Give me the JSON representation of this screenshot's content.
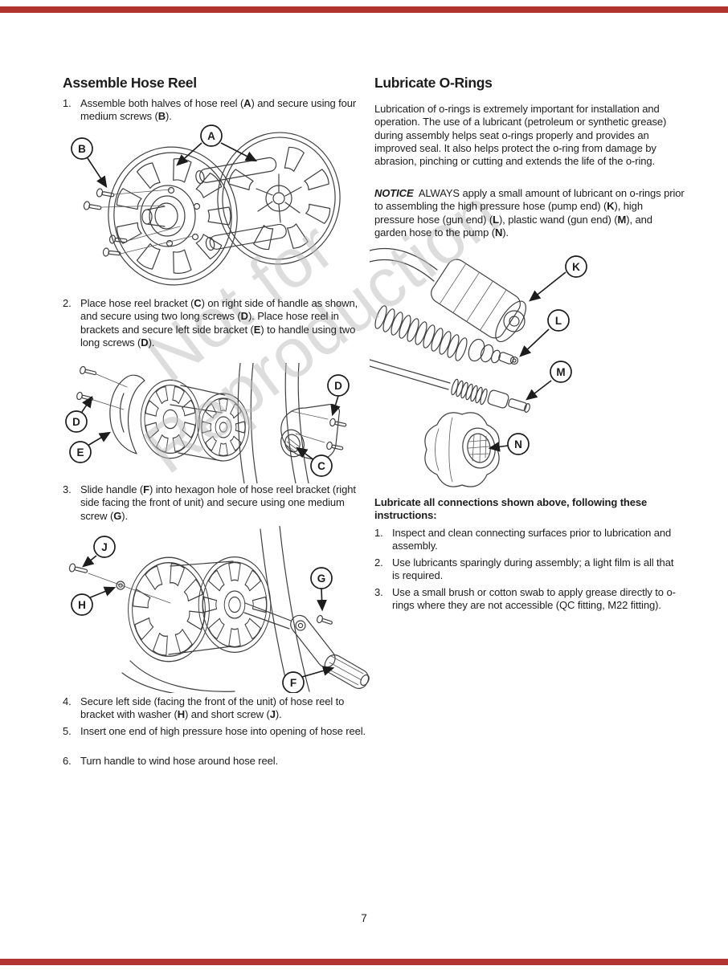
{
  "page": {
    "number": "7",
    "watermark_line1": "Not for",
    "watermark_line2": "Reproduction",
    "accent_color": "#b2342e"
  },
  "left": {
    "heading": "Assemble Hose Reel",
    "steps": [
      {
        "num": "1.",
        "parts": [
          {
            "t": "Assemble both halves of hose reel ("
          },
          {
            "t": "A",
            "b": 1
          },
          {
            "t": ") and secure using four medium screws ("
          },
          {
            "t": "B",
            "b": 1
          },
          {
            "t": ")."
          }
        ]
      },
      {
        "num": "2.",
        "parts": [
          {
            "t": "Place hose reel bracket ("
          },
          {
            "t": "C",
            "b": 1
          },
          {
            "t": ") on right side of handle as shown, and secure using two long screws ("
          },
          {
            "t": "D",
            "b": 1
          },
          {
            "t": "). Place hose reel in brackets and secure left side bracket ("
          },
          {
            "t": "E",
            "b": 1
          },
          {
            "t": ") to handle using two long screws ("
          },
          {
            "t": "D",
            "b": 1
          },
          {
            "t": ")."
          }
        ]
      },
      {
        "num": "3.",
        "parts": [
          {
            "t": "Slide handle ("
          },
          {
            "t": "F",
            "b": 1
          },
          {
            "t": ") into hexagon hole of hose reel bracket (right side facing the front of unit) and secure using one medium screw ("
          },
          {
            "t": "G",
            "b": 1
          },
          {
            "t": ")."
          }
        ]
      },
      {
        "num": "4.",
        "parts": [
          {
            "t": "Secure left side (facing the front of the unit) of hose reel to bracket with washer ("
          },
          {
            "t": "H",
            "b": 1
          },
          {
            "t": ") and short screw ("
          },
          {
            "t": "J",
            "b": 1
          },
          {
            "t": ")."
          }
        ]
      },
      {
        "num": "5.",
        "parts": [
          {
            "t": "Insert one end of high pressure hose into opening of hose reel."
          }
        ]
      },
      {
        "num": "6.",
        "parts": [
          {
            "t": "Turn handle to wind hose around hose reel."
          }
        ]
      }
    ],
    "fig1": {
      "A": "A",
      "B": "B"
    },
    "fig2": {
      "C": "C",
      "D": "D",
      "E": "E"
    },
    "fig3": {
      "F": "F",
      "G": "G",
      "H": "H",
      "J": "J"
    }
  },
  "right": {
    "heading": "Lubricate O-Rings",
    "intro": "Lubrication of o-rings is extremely important for installation and operation. The use of a lubricant (petroleum or synthetic grease) during assembly helps seat o-rings properly and provides an improved seal. It also helps protect the o-ring from damage by abrasion, pinching or cutting and extends the life of the o-ring.",
    "notice_parts": [
      {
        "t": "NOTICE",
        "b": 1,
        "i": 1
      },
      {
        "t": "  ALWAYS apply a small amount of lubricant on o-rings prior to assembling the high pressure hose (pump end) ("
      },
      {
        "t": "K",
        "b": 1
      },
      {
        "t": "), high pressure hose (gun end) ("
      },
      {
        "t": "L",
        "b": 1
      },
      {
        "t": "), plastic wand (gun end) ("
      },
      {
        "t": "M",
        "b": 1
      },
      {
        "t": "), and garden hose to the pump ("
      },
      {
        "t": "N",
        "b": 1
      },
      {
        "t": ")."
      }
    ],
    "fig4": {
      "K": "K",
      "L": "L",
      "M": "M",
      "N": "N"
    },
    "subheading": "Lubricate all connections shown above, following these instructions:",
    "steps": [
      {
        "num": "1.",
        "parts": [
          {
            "t": "Inspect and clean connecting surfaces prior to lubrication and assembly."
          }
        ]
      },
      {
        "num": "2.",
        "parts": [
          {
            "t": "Use lubricants sparingly during assembly; a light film is all that is required."
          }
        ]
      },
      {
        "num": "3.",
        "parts": [
          {
            "t": "Use a small brush or cotton swab to apply grease directly to o-rings where they are not accessible (QC fitting, M22 fitting)."
          }
        ]
      }
    ]
  }
}
